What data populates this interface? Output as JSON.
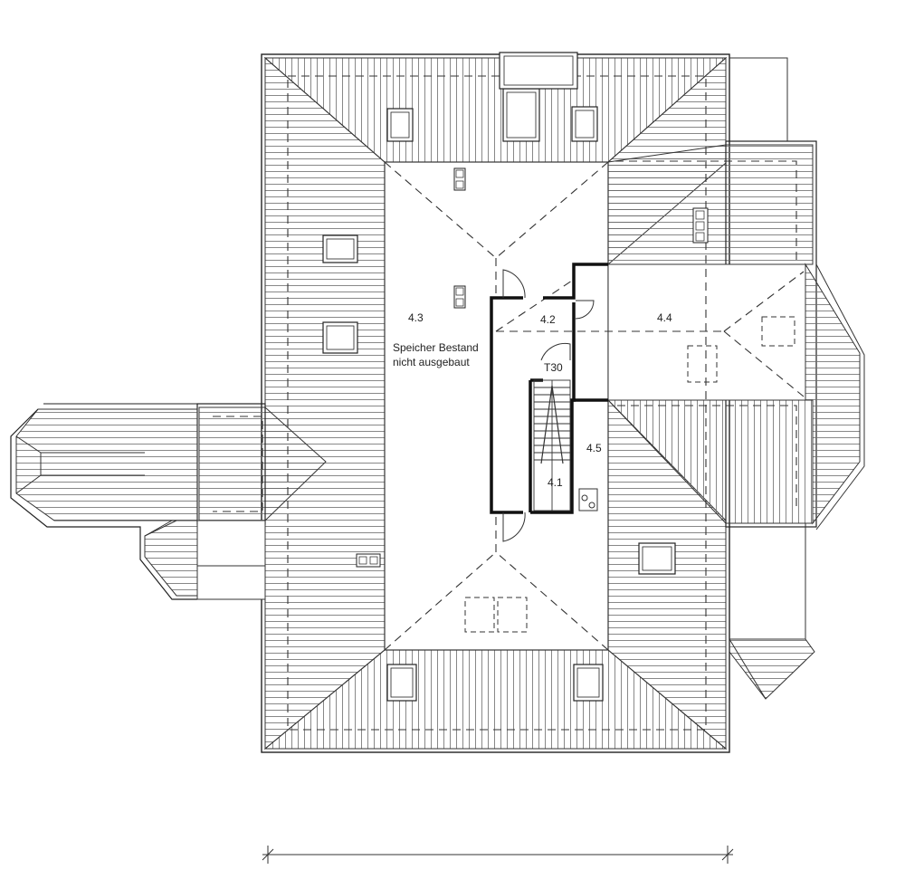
{
  "colors": {
    "line": "#333333",
    "wall": "#111111",
    "background": "#ffffff"
  },
  "rooms": {
    "r41": "4.1",
    "r42": "4.2",
    "r43": "4.3",
    "r44": "4.4",
    "r45": "4.5"
  },
  "note": {
    "line1": "Speicher Bestand",
    "line2": "nicht ausgebaut"
  },
  "door_rating": "T30"
}
